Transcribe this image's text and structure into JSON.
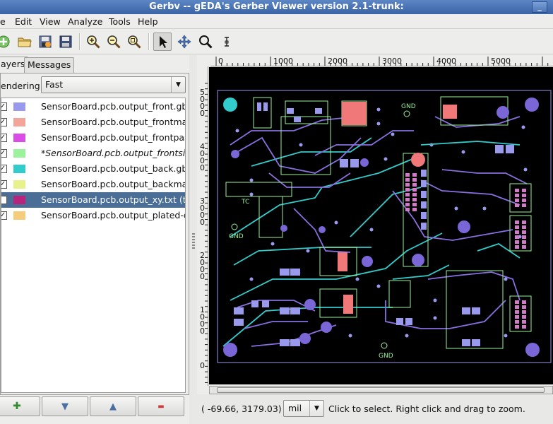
{
  "window": {
    "title": "Gerbv -- gEDA's Gerber Viewer version 2.1-trunk:",
    "minimize_glyph": "_"
  },
  "menu": [
    {
      "label": "File",
      "visible_text": "e"
    },
    {
      "label": "Edit"
    },
    {
      "label": "View"
    },
    {
      "label": "Analyze"
    },
    {
      "label": "Tools"
    },
    {
      "label": "Help"
    }
  ],
  "toolbar": {
    "icons": [
      "new-icon",
      "open-folder-icon",
      "revert-icon",
      "save-icon",
      "zoom-in-icon",
      "zoom-out-icon",
      "zoom-fit-icon",
      "pointer-icon",
      "pan-icon",
      "zoom-region-icon",
      "measure-icon"
    ]
  },
  "sidebar": {
    "tabs": [
      {
        "label": "ayers",
        "active": true
      },
      {
        "label": "Messages",
        "active": false
      }
    ],
    "rendering_label": "endering:",
    "rendering_value": "Fast",
    "layers": [
      {
        "name": "SensorBoard.pcb.output_front.gbr",
        "color": "#9999ee",
        "checked": true,
        "italic": false
      },
      {
        "name": "SensorBoard.pcb.output_frontmask",
        "color": "#f4a59a",
        "checked": true,
        "italic": false
      },
      {
        "name": "SensorBoard.pcb.output_frontpaste",
        "color": "#d94ce6",
        "checked": true,
        "italic": false
      },
      {
        "name": "*SensorBoard.pcb.output_frontsilk.g",
        "color": "#9af29a",
        "checked": true,
        "italic": true
      },
      {
        "name": "SensorBoard.pcb.output_back.gbr",
        "color": "#33cccc",
        "checked": true,
        "italic": false
      },
      {
        "name": "SensorBoard.pcb.output_backmask",
        "color": "#e8f28c",
        "checked": true,
        "italic": false
      },
      {
        "name": "SensorBoard.pcb.output_xy.txt (to",
        "color": "#b8237e",
        "checked": false,
        "italic": false,
        "selected": true
      },
      {
        "name": "SensorBoard.pcb.output_plated-dri",
        "color": "#f4cc7a",
        "checked": true,
        "italic": false
      }
    ],
    "buttons": [
      {
        "icon": "add-icon",
        "glyph": "✚",
        "color": "#2e8b2e"
      },
      {
        "icon": "move-down-icon",
        "glyph": "▼",
        "color": "#4a6fa5"
      },
      {
        "icon": "move-up-icon",
        "glyph": "▲",
        "color": "#4a6fa5"
      },
      {
        "icon": "remove-icon",
        "glyph": "▬",
        "color": "#d23a3a"
      }
    ]
  },
  "rulers": {
    "horizontal": [
      "0",
      "1000",
      "2000",
      "3000",
      "4000",
      "5000"
    ],
    "vertical": [
      "5000",
      "4000",
      "3000",
      "2000",
      "1000",
      "0"
    ]
  },
  "board_text": {
    "gnd_top": "GND",
    "gnd_left": "GND",
    "gnd_bottom": "GND",
    "tc": "TC"
  },
  "status": {
    "coordinates": "(   -69.66,  3179.03)",
    "unit": "mil",
    "hint": "Click to select. Right click and drag to zoom."
  }
}
